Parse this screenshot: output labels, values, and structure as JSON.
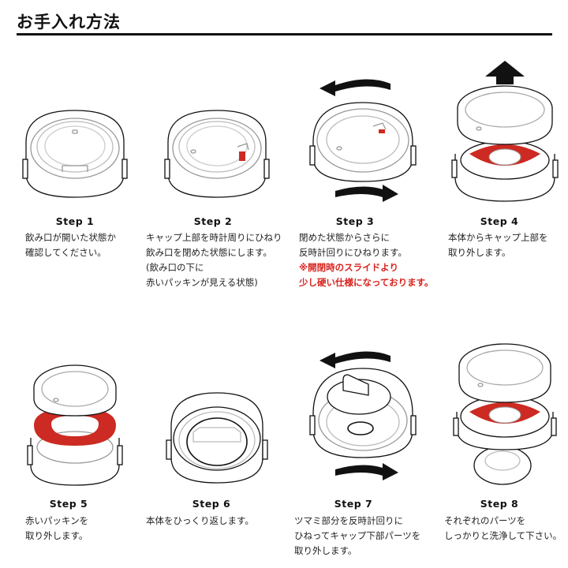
{
  "header": {
    "title": "お手入れ方法"
  },
  "colors": {
    "accent_red": "#d8241f",
    "gasket_red": "#cc2a22",
    "ink": "#111111"
  },
  "steps": [
    {
      "label": "Step 1",
      "lines": [
        "飲み口が開いた状態か",
        "確認してください。"
      ],
      "warning": []
    },
    {
      "label": "Step 2",
      "lines": [
        "キャップ上部を時計周りにひねり",
        "飲み口を閉めた状態にします。",
        "(飲み口の下に",
        "赤いパッキンが見える状態)"
      ],
      "warning": []
    },
    {
      "label": "Step 3",
      "lines": [
        "閉めた状態からさらに",
        "反時計回りにひねります。"
      ],
      "warning": [
        "※開閉時のスライドより",
        "少し硬い仕様になっております。"
      ]
    },
    {
      "label": "Step 4",
      "lines": [
        "本体からキャップ上部を",
        "取り外します。"
      ],
      "warning": []
    },
    {
      "label": "Step 5",
      "lines": [
        "赤いパッキンを",
        "取り外します。"
      ],
      "warning": []
    },
    {
      "label": "Step 6",
      "lines": [
        "本体をひっくり返します。"
      ],
      "warning": []
    },
    {
      "label": "Step 7",
      "lines": [
        "ツマミ部分を反時計回りに",
        "ひねってキャップ下部パーツを",
        "取り外します。"
      ],
      "warning": []
    },
    {
      "label": "Step 8",
      "lines": [
        "それぞれのパーツを",
        "しっかりと洗浄して下さい。"
      ],
      "warning": []
    }
  ]
}
